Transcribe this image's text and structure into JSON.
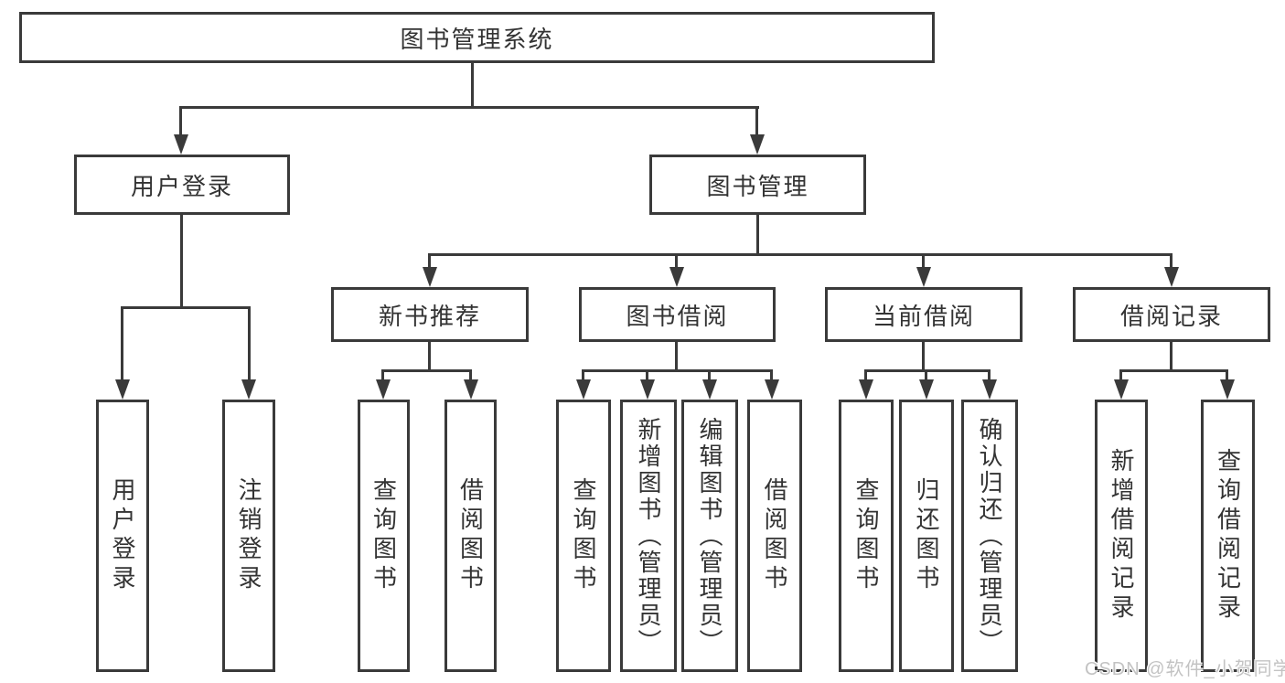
{
  "tree": {
    "label": "图书管理系统",
    "children": [
      {
        "label": "用户登录",
        "children": [
          {
            "label": "用户登录"
          },
          {
            "label": "注销登录"
          }
        ]
      },
      {
        "label": "图书管理",
        "children": [
          {
            "label": "新书推荐",
            "children": [
              {
                "label": "查询图书"
              },
              {
                "label": "借阅图书"
              }
            ]
          },
          {
            "label": "图书借阅",
            "children": [
              {
                "label": "查询图书"
              },
              {
                "label": "新增图书（管理员）"
              },
              {
                "label": "编辑图书（管理员）"
              },
              {
                "label": "借阅图书"
              }
            ]
          },
          {
            "label": "当前借阅",
            "children": [
              {
                "label": "查询图书"
              },
              {
                "label": "归还图书"
              },
              {
                "label": "确认归还（管理员）"
              }
            ]
          },
          {
            "label": "借阅记录",
            "children": [
              {
                "label": "新增借阅记录"
              },
              {
                "label": "查询借阅记录"
              }
            ]
          }
        ]
      }
    ]
  },
  "watermark": {
    "text": "CSDN @软件_小贺同学"
  },
  "colors": {
    "line": "#3a3a3a",
    "text": "#333333",
    "watermark": "#c3c3c3",
    "background": "#ffffff"
  }
}
